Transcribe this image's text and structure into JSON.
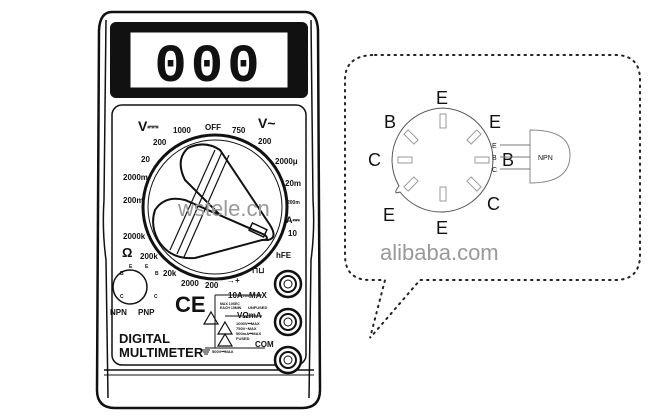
{
  "display": {
    "reading": "000"
  },
  "dial": {
    "dcv_label": "V⎓",
    "acv_label": "V~",
    "positions": [
      "1000",
      "OFF",
      "750",
      "200",
      "200",
      "20",
      "2000μ",
      "2000m",
      "20m",
      "200m",
      "200m",
      "A⎓",
      "10",
      "2000k",
      "Ω",
      "200k",
      "hFE",
      "20k",
      "2000",
      "200",
      "→+",
      "⊓⊔"
    ]
  },
  "hfe_socket": {
    "npn_label": "NPN",
    "pnp_label": "PNP",
    "pins": [
      "E",
      "E",
      "B",
      "B",
      "C",
      "C"
    ]
  },
  "branding": {
    "ce_mark": "CE",
    "name_line1": "DIGITAL",
    "name_line2": "MULTIMETER"
  },
  "jacks": {
    "jack_10a": {
      "label": "10A⎓MAX",
      "note1": "MAX 10SEC",
      "note2": "EACH 15MIN",
      "fuse": "UNFUSED"
    },
    "jack_vma": {
      "label": "VΩmA",
      "note1": "1000V⎓MAX",
      "note2": "750V~MAX",
      "note3": "500mA⎓MAX",
      "fuse": "FUSED"
    },
    "jack_com": {
      "label": "COM",
      "ground_note": "500V⎓MAX"
    }
  },
  "callout": {
    "pin_labels": {
      "top": "E",
      "top_left": "B",
      "top_right": "E",
      "left": "C",
      "right": "B",
      "bottom_left": "E",
      "bottom_right": "C",
      "bottom": "E"
    },
    "transistor": {
      "type_label": "NPN",
      "leads": [
        "E",
        "B",
        "C"
      ]
    }
  },
  "watermark": {
    "left": "wstele.cn",
    "right": "alibaba.com"
  }
}
